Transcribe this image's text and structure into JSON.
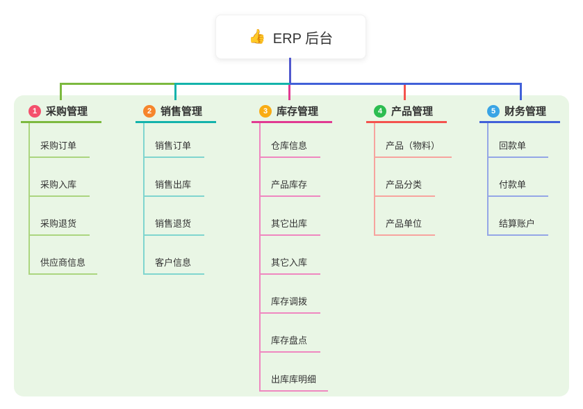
{
  "root": {
    "icon": "👍",
    "label": "ERP 后台"
  },
  "colors": {
    "root_line": "#5058ce",
    "panel_bg": "#e9f6e5",
    "card_bg": "#ffffff",
    "text": "#333333"
  },
  "branches": [
    {
      "badge": "1",
      "title": "采购管理",
      "badge_color": "#f4506c",
      "line_color": "#7cb93f",
      "light_color": "#abd57f",
      "children": [
        "采购订单",
        "采购入库",
        "采购退货",
        "供应商信息"
      ]
    },
    {
      "badge": "2",
      "title": "销售管理",
      "badge_color": "#f6852c",
      "line_color": "#14b3ab",
      "light_color": "#7fd5cf",
      "children": [
        "销售订单",
        "销售出库",
        "销售退货",
        "客户信息"
      ]
    },
    {
      "badge": "3",
      "title": "库存管理",
      "badge_color": "#f9ac13",
      "line_color": "#e13a92",
      "light_color": "#ef87c0",
      "children": [
        "仓库信息",
        "产品库存",
        "其它出库",
        "其它入库",
        "库存调拨",
        "库存盘点",
        "出库库明细"
      ]
    },
    {
      "badge": "4",
      "title": "产品管理",
      "badge_color": "#2cbd50",
      "line_color": "#f4534e",
      "light_color": "#f7a39e",
      "children": [
        "产品（物料）",
        "产品分类",
        "产品单位"
      ]
    },
    {
      "badge": "5",
      "title": "财务管理",
      "badge_color": "#39a4e5",
      "line_color": "#4160d8",
      "light_color": "#94a6e6",
      "children": [
        "回款单",
        "付款单",
        "结算账户"
      ]
    }
  ]
}
